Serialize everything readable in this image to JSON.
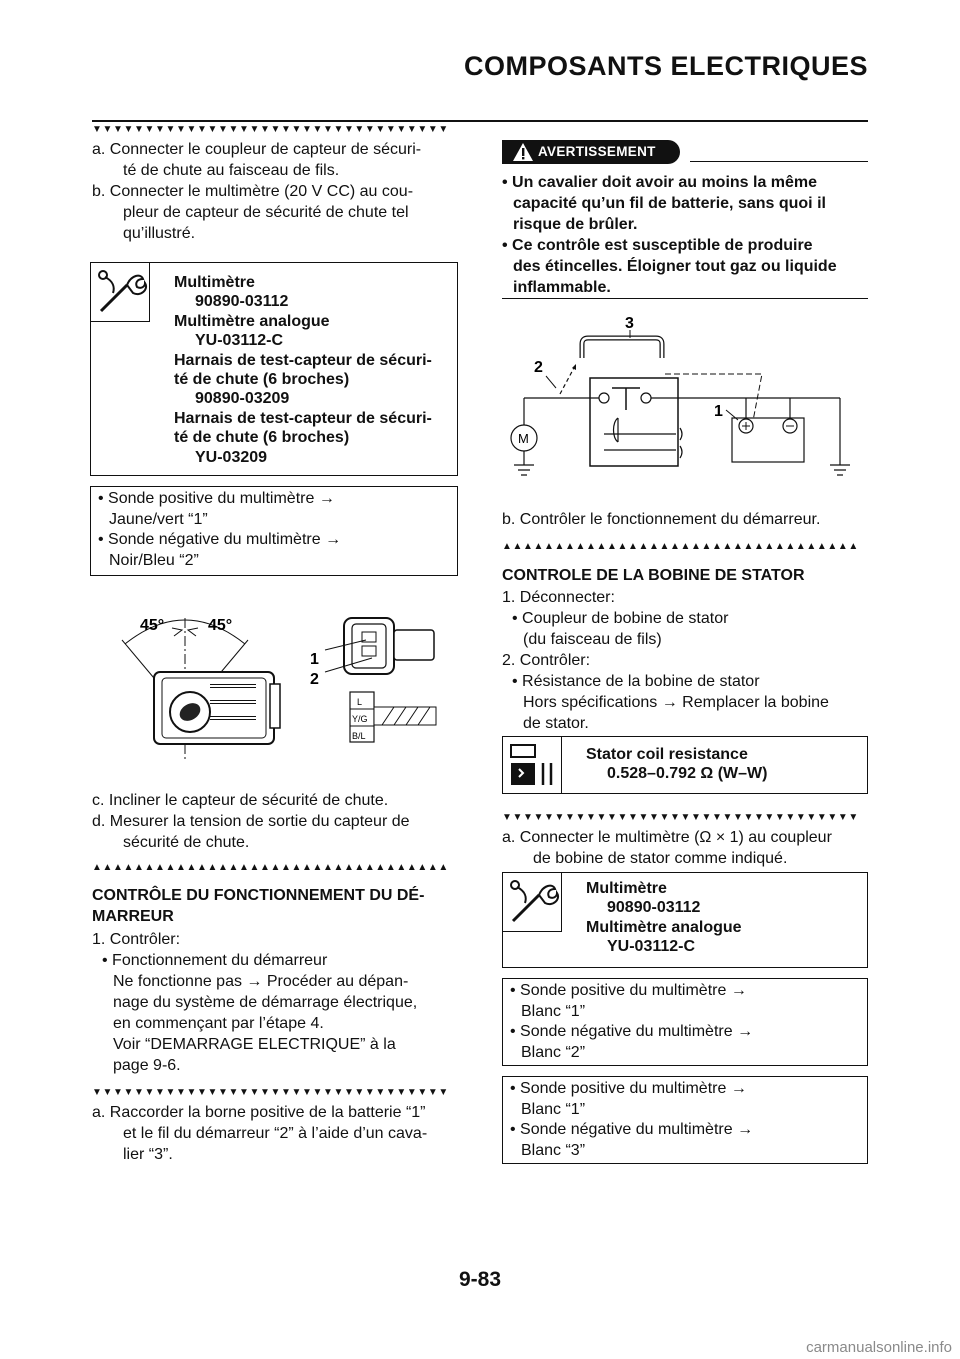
{
  "header": {
    "title": "COMPOSANTS ELECTRIQUES"
  },
  "left": {
    "tri_top": "▼▼▼▼▼▼▼▼▼▼▼▼▼▼▼▼▼▼▼▼▼▼▼▼▼▼▼▼▼▼▼▼▼▼",
    "steps_ab": [
      "a.  Connecter le coupleur de capteur de sécuri-",
      "té de chute au faisceau de fils.",
      "b.  Connecter le multimètre (20 V CC) au cou-",
      "pleur de capteur de sécurité de chute tel",
      "qu’illustré."
    ],
    "tool_lines": [
      "Multimètre",
      "90890-03112",
      "Multimètre analogue",
      "YU-03112-C",
      "Harnais de test-capteur de sécuri-",
      "té de chute (6 broches)",
      "90890-03209",
      "Harnais de test-capteur de sécuri-",
      "té de chute (6 broches)",
      "YU-03209"
    ],
    "probe_lines": [
      "• Sonde positive du multimètre →",
      "Jaune/vert “1”",
      "• Sonde négative du multimètre →",
      "Noir/Bleu “2”"
    ],
    "fig": {
      "angle_left": "45°",
      "angle_right": "45°",
      "callout1": "1",
      "callout2": "2",
      "wire1": "L",
      "wire2": "Y/G",
      "wire3": "B/L"
    },
    "steps_cd": [
      "c.  Incliner le capteur de sécurité de chute.",
      "d.  Mesurer la tension de sortie du capteur de",
      "sécurité de chute."
    ],
    "tri_up": "▲▲▲▲▲▲▲▲▲▲▲▲▲▲▲▲▲▲▲▲▲▲▲▲▲▲▲▲▲▲▲▲▲▲",
    "heading1": "CONTRÔLE DU FONCTIONNEMENT DU DÉ-",
    "heading2": "MARREUR",
    "check": [
      "1.  Contrôler:",
      "• Fonctionnement du démarreur",
      "Ne fonctionne pas → Procéder au dépan-",
      "nage du système de démarrage électrique,",
      "en commençant par l’étape 4.",
      "Voir “DEMARRAGE ELECTRIQUE” à la",
      "page 9-6."
    ],
    "tri_down2": "▼▼▼▼▼▼▼▼▼▼▼▼▼▼▼▼▼▼▼▼▼▼▼▼▼▼▼▼▼▼▼▼▼▼",
    "step_a2": [
      "a.  Raccorder la borne positive de la batterie “1”",
      "et le fil du démarreur “2” à l’aide d’un cava-",
      "lier “3”."
    ]
  },
  "right": {
    "warning_label": "AVERTISSEMENT",
    "warning_lines": [
      "• Un cavalier doit avoir au moins la même",
      "capacité qu’un fil de batterie, sans quoi il",
      "risque de brûler.",
      "• Ce contrôle est susceptible de produire",
      "des étincelles. Éloigner tout gaz ou liquide",
      "inflammable."
    ],
    "circuit": {
      "label3": "3",
      "label2": "2",
      "label1": "1",
      "motor": "M"
    },
    "step_b": "b.  Contrôler le fonctionnement du démarreur.",
    "tri_up": "▲▲▲▲▲▲▲▲▲▲▲▲▲▲▲▲▲▲▲▲▲▲▲▲▲▲▲▲▲▲▲▲▲▲",
    "heading": "CONTROLE DE LA BOBINE DE STATOR",
    "stator_steps": [
      "1.  Déconnecter:",
      "• Coupleur de bobine de stator",
      "(du faisceau de fils)",
      "2.  Contrôler:",
      "• Résistance de la bobine de stator",
      "Hors spécifications → Remplacer la bobine",
      "de stator."
    ],
    "spec_title": "Stator coil resistance",
    "spec_value": "0.528–0.792 Ω (W–W)",
    "tri_down": "▼▼▼▼▼▼▼▼▼▼▼▼▼▼▼▼▼▼▼▼▼▼▼▼▼▼▼▼▼▼▼▼▼▼",
    "step_a": [
      "a.  Connecter le multimètre (Ω × 1) au coupleur",
      "de bobine de stator comme indiqué."
    ],
    "tool_lines": [
      "Multimètre",
      "90890-03112",
      "Multimètre analogue",
      "YU-03112-C"
    ],
    "probe1": [
      "• Sonde positive du multimètre →",
      "Blanc “1”",
      "• Sonde négative du multimètre →",
      "Blanc “2”"
    ],
    "probe2": [
      "• Sonde positive du multimètre →",
      "Blanc “1”",
      "• Sonde négative du multimètre →",
      "Blanc “3”"
    ]
  },
  "footer": {
    "page": "9-83",
    "watermark": "carmanualsonline.info"
  }
}
